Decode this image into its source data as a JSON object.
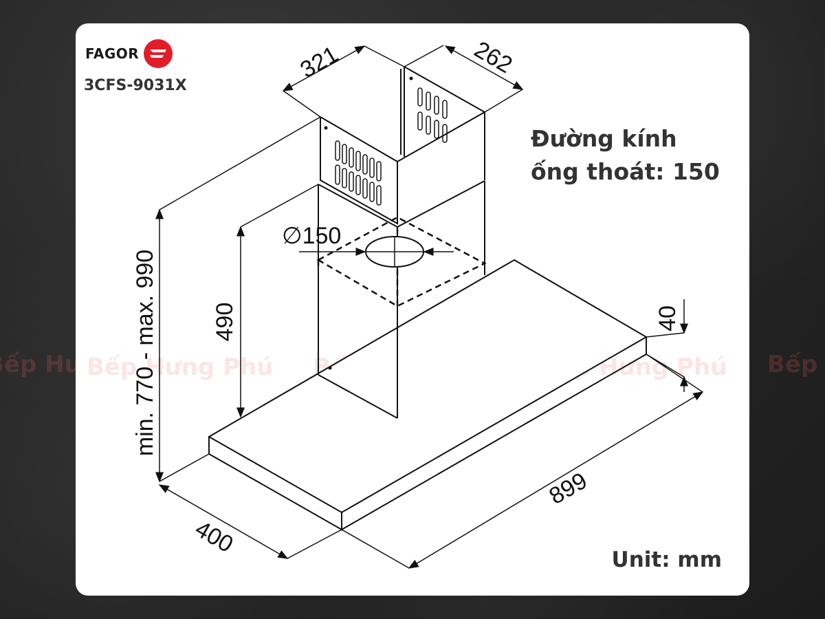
{
  "brand": {
    "name": "FAGOR",
    "color": "#e11d2a"
  },
  "model": "3CFS-9031X",
  "note": {
    "line1": "Đường kính",
    "line2": "ống thoát: 150"
  },
  "unit": "Unit: mm",
  "watermark": "Bếp Hưng Phú",
  "dimensions": {
    "chimney_width": "321",
    "chimney_depth": "262",
    "duct_diameter": "∅150",
    "chimney_lower_height": "490",
    "total_height": "min. 770 - max. 990",
    "canopy_thickness": "40",
    "canopy_width": "899",
    "canopy_depth": "400"
  }
}
